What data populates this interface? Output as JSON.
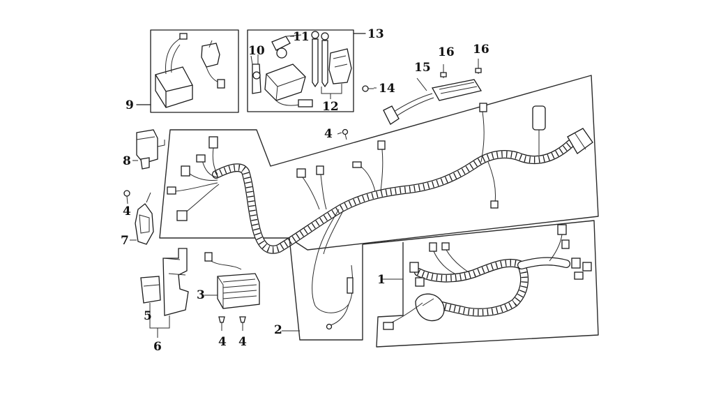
{
  "callouts": {
    "n1": "1",
    "n2": "2",
    "n3": "3",
    "n4a": "4",
    "n4b": "4",
    "n4c": "4",
    "n4d": "4",
    "n5": "5",
    "n6": "6",
    "n7": "7",
    "n8": "8",
    "n9": "9",
    "n10": "10",
    "n11": "11",
    "n12": "12",
    "n13": "13",
    "n14": "14",
    "n15": "15",
    "n16a": "16",
    "n16b": "16"
  },
  "colors": {
    "ink": "#1a1a1a",
    "background": "#ffffff"
  }
}
